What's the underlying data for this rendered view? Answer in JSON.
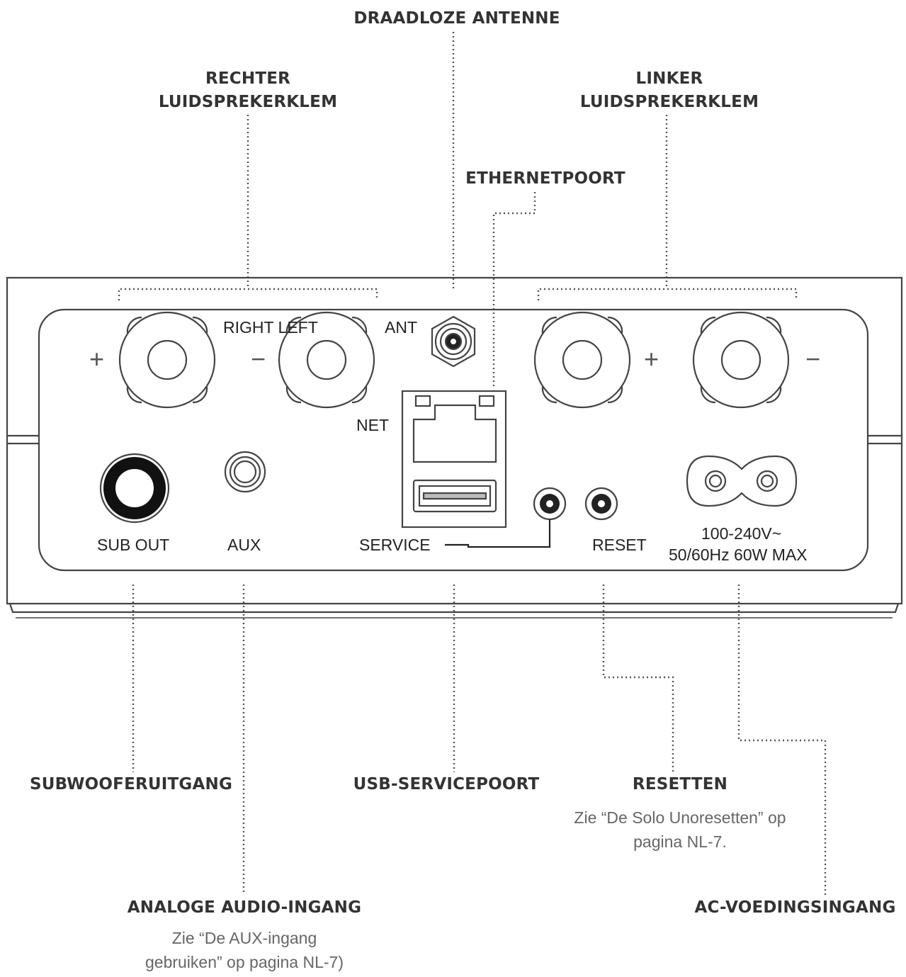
{
  "callouts": {
    "antenna": "DRAADLOZE ANTENNE",
    "right_speaker_1": "RECHTER",
    "right_speaker_2": "LUIDSPREKERKLEM",
    "left_speaker_1": "LINKER",
    "left_speaker_2": "LUIDSPREKERKLEM",
    "ethernet": "ETHERNETPOORT",
    "subwoofer": "SUBWOOFERUITGANG",
    "usb_service": "USB-SERVICEPOORT",
    "reset": "RESETTEN",
    "analog_audio": "ANALOGE AUDIO-INGANG",
    "ac_power": "AC-VOEDINGSINGANG"
  },
  "notes": {
    "reset_1": "Zie “De Solo Unoresetten” op",
    "reset_2": "pagina NL-7.",
    "aux_1": "Zie “De AUX-ingang",
    "aux_2": "gebruiken” op pagina NL-7)"
  },
  "panel": {
    "right_left": "RIGHT LEFT",
    "ant": "ANT",
    "net": "NET",
    "sub_out": "SUB OUT",
    "aux": "AUX",
    "service": "SERVICE",
    "reset": "RESET",
    "power_1": "100-240V~",
    "power_2": "50/60Hz 60W MAX",
    "plus": "+",
    "minus": "−"
  },
  "colors": {
    "line": "#444444",
    "leader": "#555555",
    "background": "#ffffff"
  },
  "icons": [
    "speaker-terminal-icon",
    "antenna-connector-icon",
    "ethernet-port-icon",
    "usb-port-icon",
    "subwoofer-jack-icon",
    "aux-jack-icon",
    "reset-button-icon",
    "ac-inlet-icon"
  ]
}
